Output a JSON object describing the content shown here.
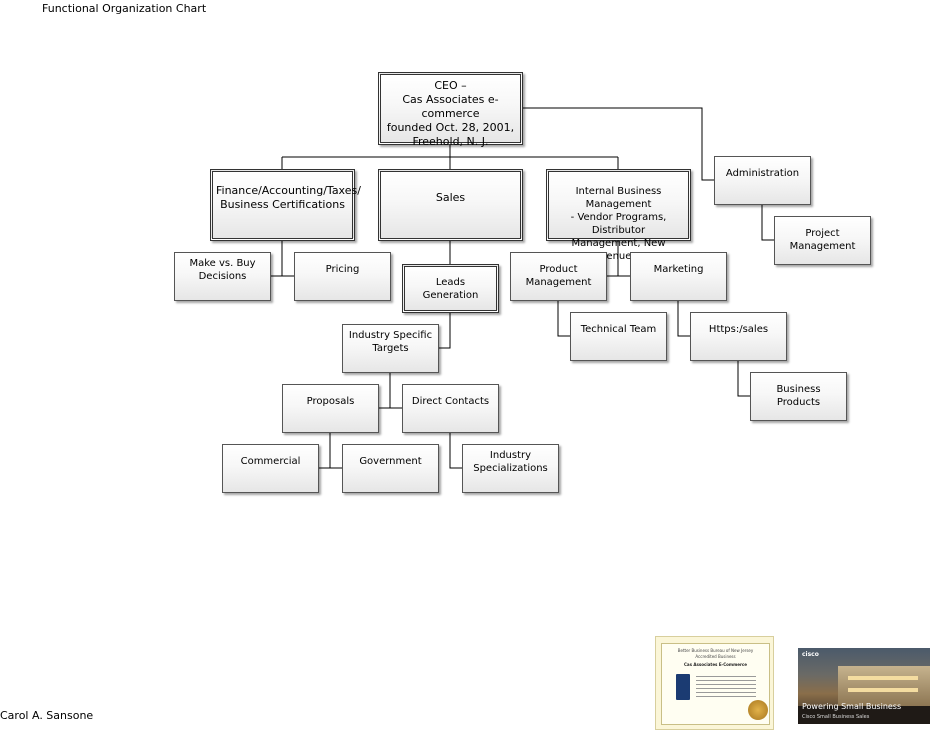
{
  "title": "Functional Organization Chart",
  "footer": "Carol A. Sansone",
  "nodes": {
    "ceo": "CEO –\nCas Associates e-commerce\nfounded Oct. 28, 2001,\nFreehold, N. J.",
    "finance": "Finance/Accounting/Taxes/\nBusiness Certifications",
    "sales": "Sales",
    "ibm": "Internal Business Management\n- Vendor Programs, Distributor\nManagement, New Venues",
    "administration": "Administration",
    "project_management": "Project Management",
    "make_vs_buy": "Make vs. Buy\nDecisions",
    "pricing": "Pricing",
    "leads_generation": "Leads Generation",
    "product_management": "Product Management",
    "marketing": "Marketing",
    "technical_team": "Technical Team",
    "https_sales": "Https:/sales",
    "business_products": "Business Products",
    "industry_targets": "Industry Specific\nTargets",
    "proposals": "Proposals",
    "direct_contacts": "Direct Contacts",
    "commercial": "Commercial",
    "government": "Government",
    "industry_specializations": "Industry\nSpecializations"
  },
  "certificate": {
    "line1": "Better Business Bureau of New Jersey",
    "line2": "Accredited Business",
    "line3": "Cas Associates E-Commerce"
  },
  "photo": {
    "logo": "cisco",
    "caption": "Powering Small Business",
    "subcaption": "Cisco Small Business Sales"
  }
}
